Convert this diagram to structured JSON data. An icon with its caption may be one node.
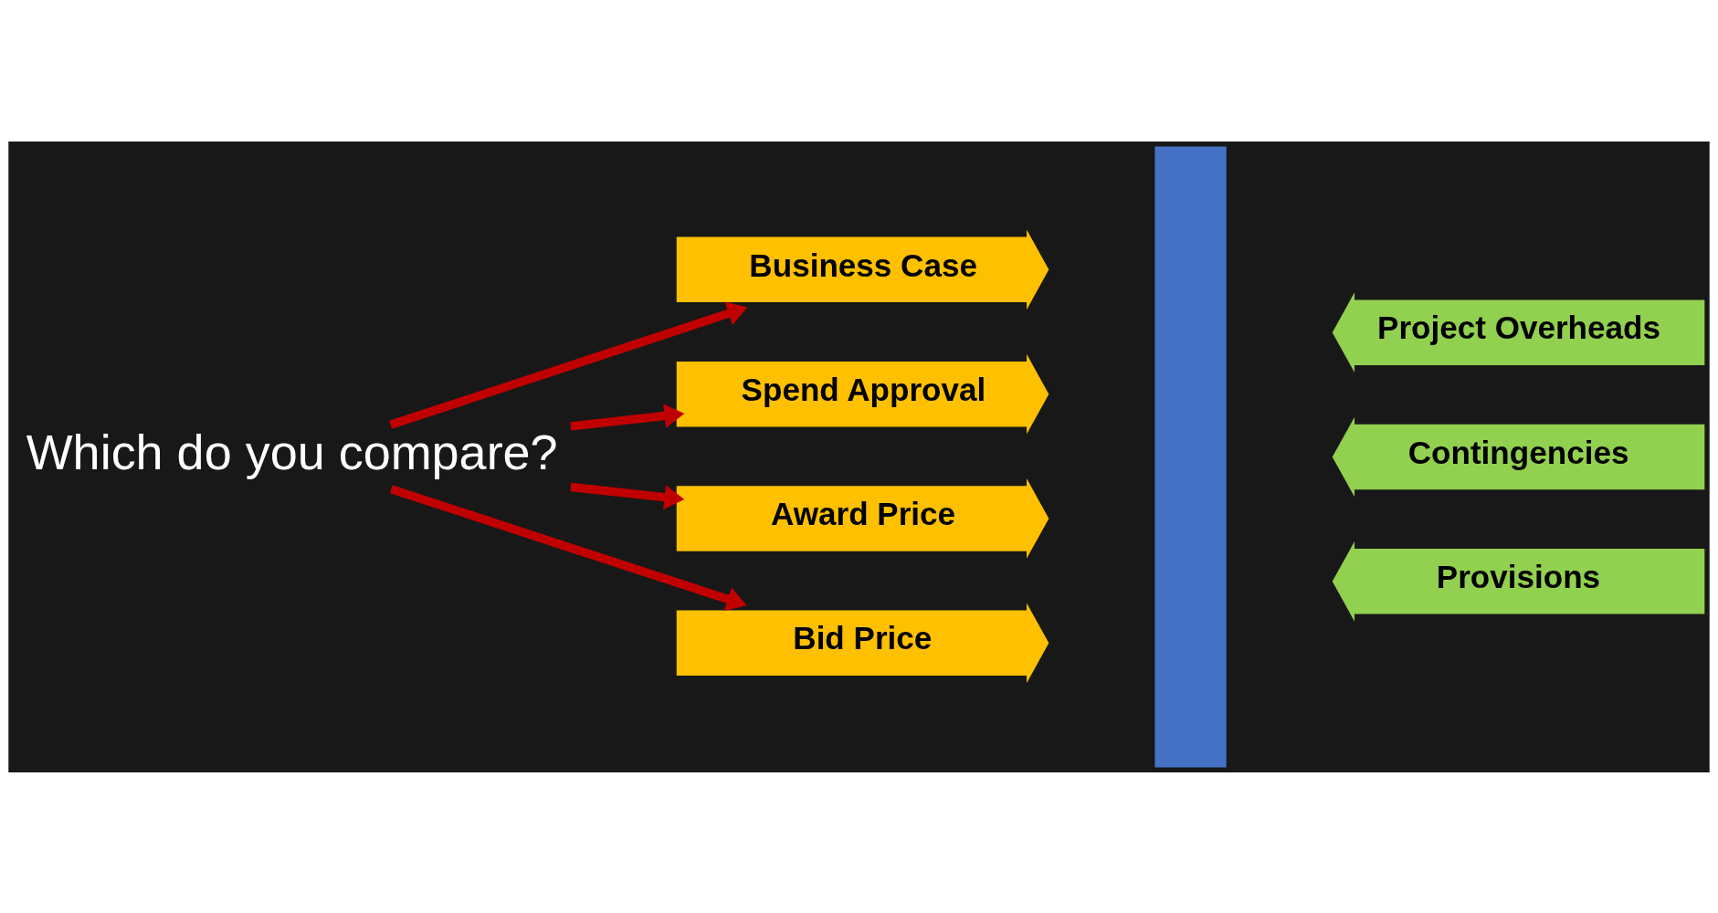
{
  "diagram": {
    "nodes": [
      {
        "text": [
          "Which do you compare?"
        ]
      },
      {
        "text": [
          "Business Case"
        ]
      },
      {
        "text": [
          "Spend Approval"
        ]
      },
      {
        "text": [
          "Award Price"
        ]
      },
      {
        "text": [
          "Bid Price"
        ]
      },
      {
        "text": [],
        "shape": "bar"
      },
      {
        "text": [
          "Project Overheads"
        ]
      },
      {
        "text": [
          "Contingencies"
        ]
      },
      {
        "text": [
          "Provisions"
        ]
      }
    ],
    "edges": [
      {
        "from": 0,
        "to": 1,
        "arrow": "to"
      },
      {
        "from": 0,
        "to": 2,
        "arrow": "to"
      },
      {
        "from": 0,
        "to": 3,
        "arrow": "to"
      },
      {
        "from": 0,
        "to": 4,
        "arrow": "to"
      }
    ]
  }
}
